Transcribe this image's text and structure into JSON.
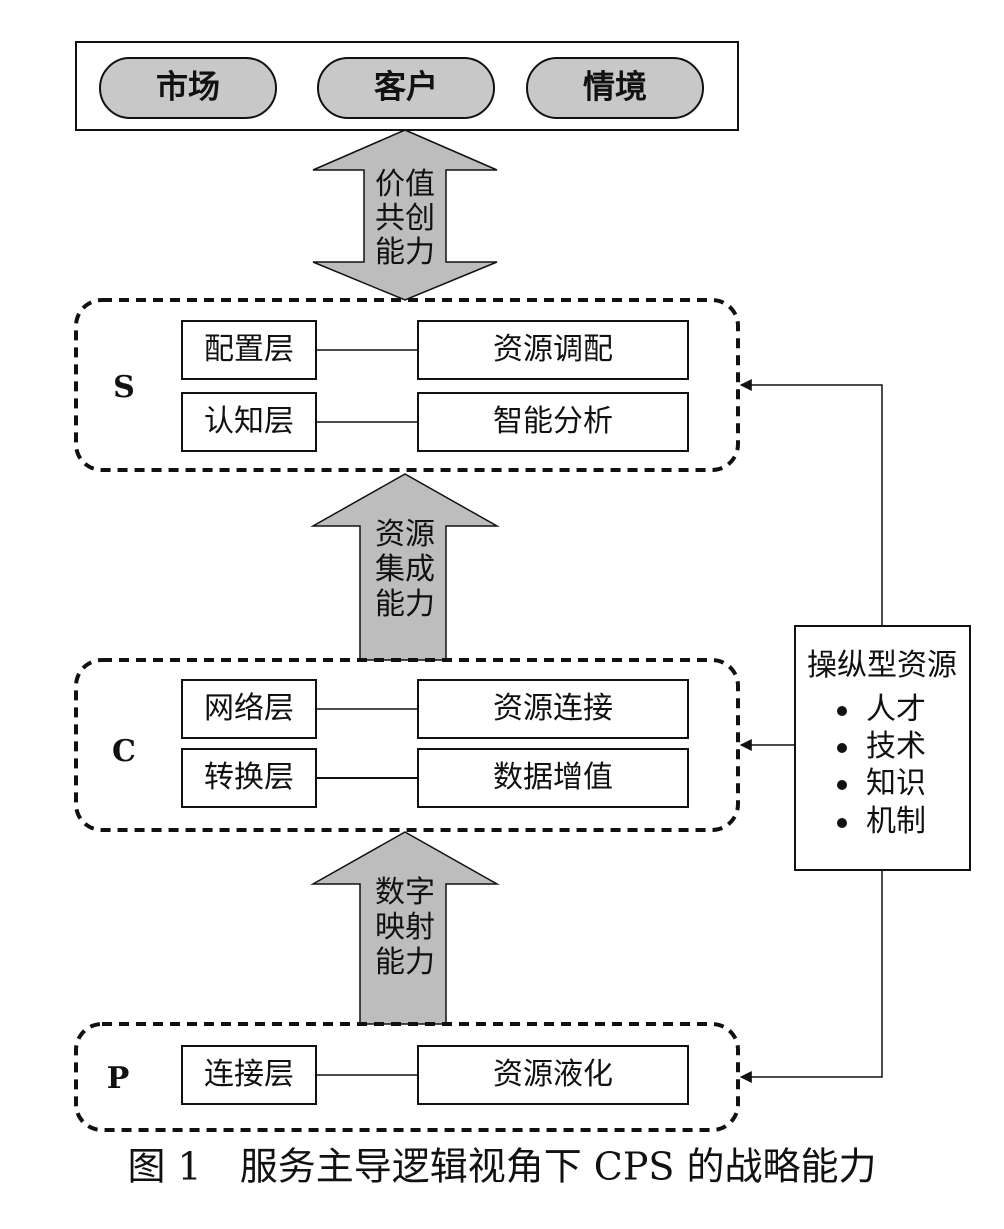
{
  "environment": {
    "items": [
      "市场",
      "客户",
      "情境"
    ]
  },
  "arrows": {
    "value_cocreation": [
      "价值",
      "共创",
      "能力"
    ],
    "resource_integration": [
      "资源",
      "集成",
      "能力"
    ],
    "digital_mapping": [
      "数字",
      "映射",
      "能力"
    ]
  },
  "layers": {
    "s": {
      "letter": "S",
      "rows": [
        {
          "layer": "配置层",
          "function": "资源调配"
        },
        {
          "layer": "认知层",
          "function": "智能分析"
        }
      ]
    },
    "c": {
      "letter": "C",
      "rows": [
        {
          "layer": "网络层",
          "function": "资源连接"
        },
        {
          "layer": "转换层",
          "function": "数据增值"
        }
      ]
    },
    "p": {
      "letter": "P",
      "rows": [
        {
          "layer": "连接层",
          "function": "资源液化"
        }
      ]
    }
  },
  "operant_resources": {
    "title": "操纵型资源",
    "items": [
      "人才",
      "技术",
      "知识",
      "机制"
    ]
  },
  "caption": "图 1　服务主导逻辑视角下 CPS 的战略能力",
  "colors": {
    "arrow_fill": "#bdbdbd",
    "pill_fill": "#c8c8c8",
    "line": "#111111"
  }
}
